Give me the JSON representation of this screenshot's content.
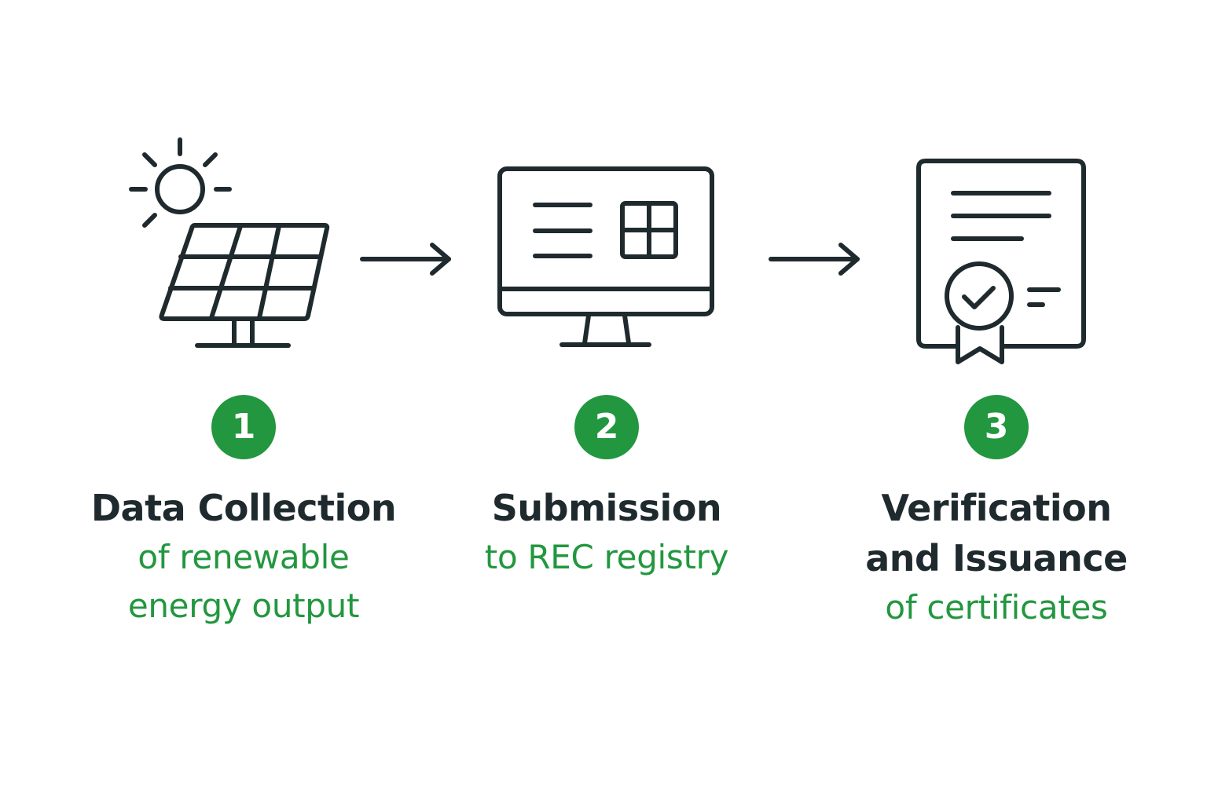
{
  "colors": {
    "accent": "#22973f",
    "ink": "#1f2a2e",
    "background": "#ffffff"
  },
  "steps": [
    {
      "number": "1",
      "title_lines": [
        "Data Collection"
      ],
      "subtitle_lines": [
        "of renewable",
        "energy output"
      ],
      "icon": "solar-panel-icon"
    },
    {
      "number": "2",
      "title_lines": [
        "Submission"
      ],
      "subtitle_lines": [
        "to REC registry"
      ],
      "icon": "computer-monitor-icon"
    },
    {
      "number": "3",
      "title_lines": [
        "Verification",
        "and Issuance"
      ],
      "subtitle_lines": [
        "of certificates"
      ],
      "icon": "certificate-icon"
    }
  ],
  "connectors": [
    "arrow-right-icon",
    "arrow-right-icon"
  ]
}
